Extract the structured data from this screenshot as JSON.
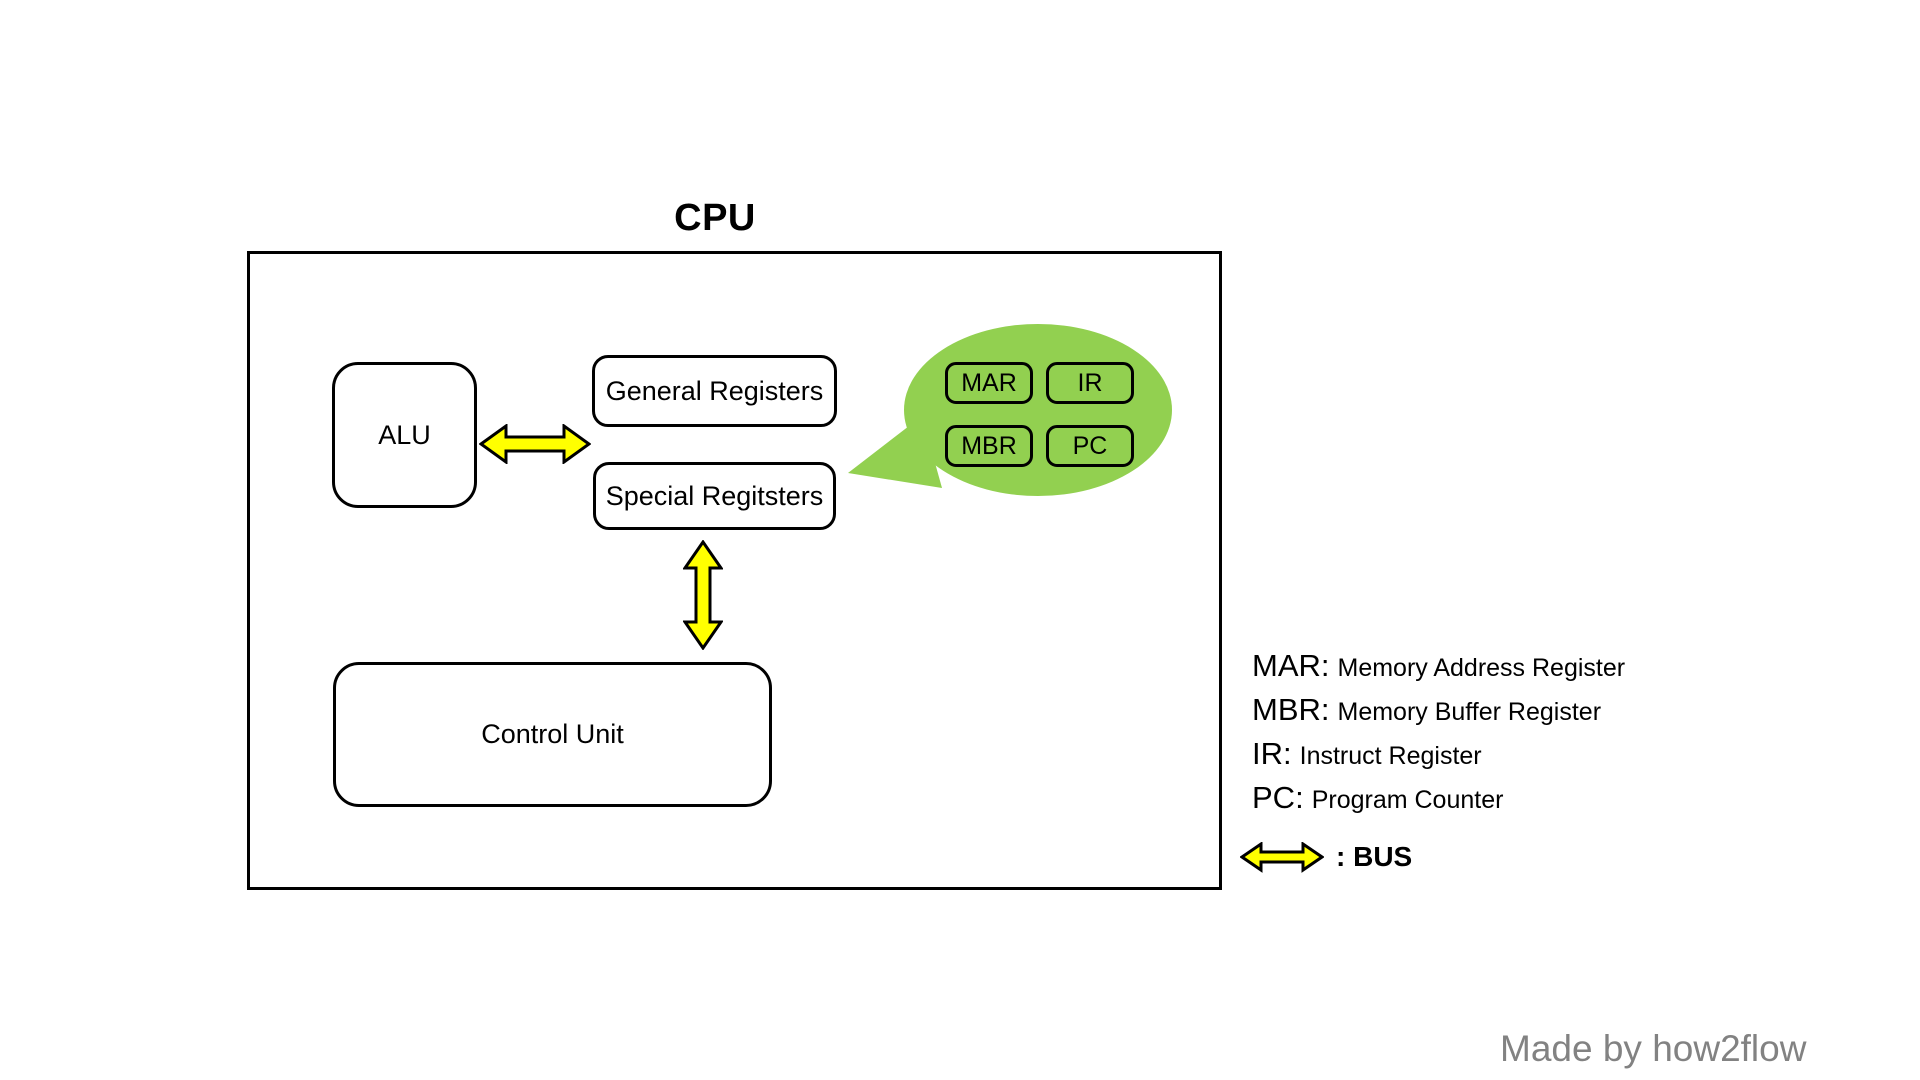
{
  "diagram": {
    "title": "CPU",
    "blocks": {
      "alu": "ALU",
      "general_registers": "General Registers",
      "special_registers": "Special Regitsters",
      "control_unit": "Control Unit"
    },
    "bubble_registers": [
      "MAR",
      "IR",
      "MBR",
      "PC"
    ],
    "legend": [
      {
        "abbr": "MAR:",
        "desc": "Memory Address Register"
      },
      {
        "abbr": "MBR:",
        "desc": "Memory Buffer Register"
      },
      {
        "abbr": "IR:",
        "desc": "Instruct Register"
      },
      {
        "abbr": "PC:",
        "desc": "Program Counter"
      }
    ],
    "bus_label": ": BUS",
    "credit": "Made by how2flow",
    "colors": {
      "bubble_green": "#92d050",
      "arrow_yellow": "#ffff00",
      "outline_black": "#000000",
      "credit_gray": "#828282"
    }
  }
}
